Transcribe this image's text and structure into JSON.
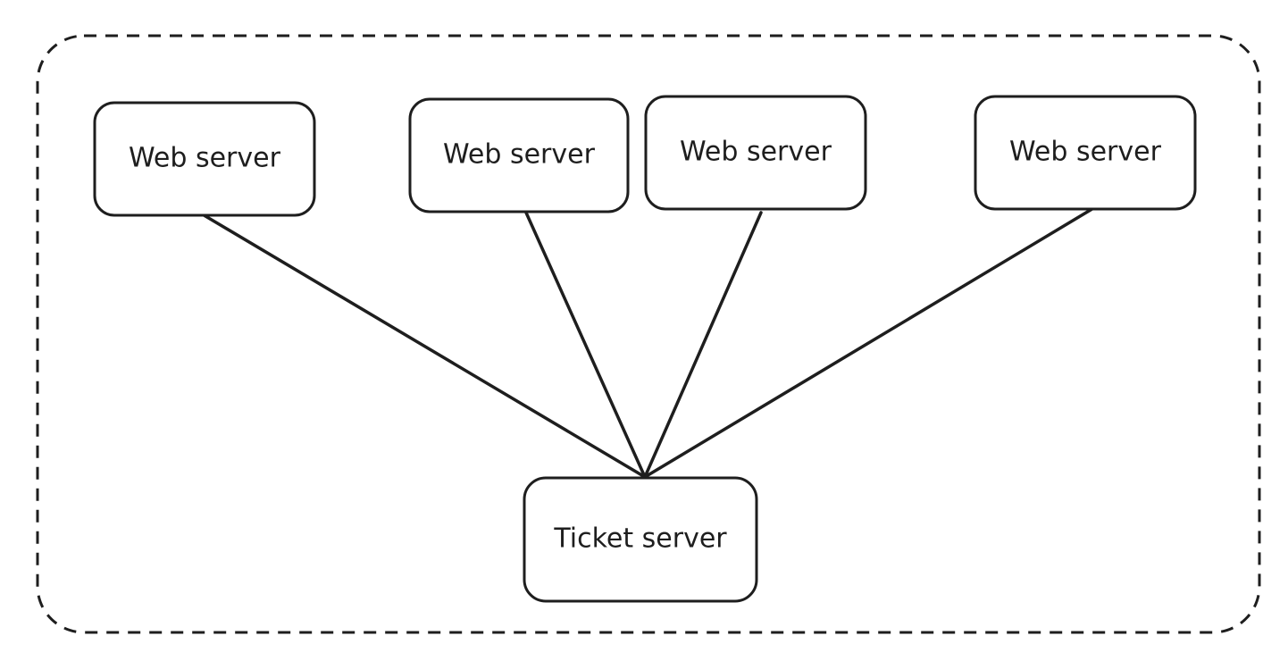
{
  "diagram": {
    "group_style": "dashed",
    "stroke_color": "#1e1e1e",
    "background_color": "#ffffff",
    "nodes": [
      {
        "id": "web-server-1",
        "label": "Web server"
      },
      {
        "id": "web-server-2",
        "label": "Web server"
      },
      {
        "id": "web-server-3",
        "label": "Web server"
      },
      {
        "id": "web-server-4",
        "label": "Web server"
      },
      {
        "id": "ticket-server",
        "label": "Ticket server"
      }
    ],
    "edges": [
      {
        "from": "web-server-1",
        "to": "ticket-server"
      },
      {
        "from": "web-server-2",
        "to": "ticket-server"
      },
      {
        "from": "web-server-3",
        "to": "ticket-server"
      },
      {
        "from": "web-server-4",
        "to": "ticket-server"
      }
    ]
  }
}
